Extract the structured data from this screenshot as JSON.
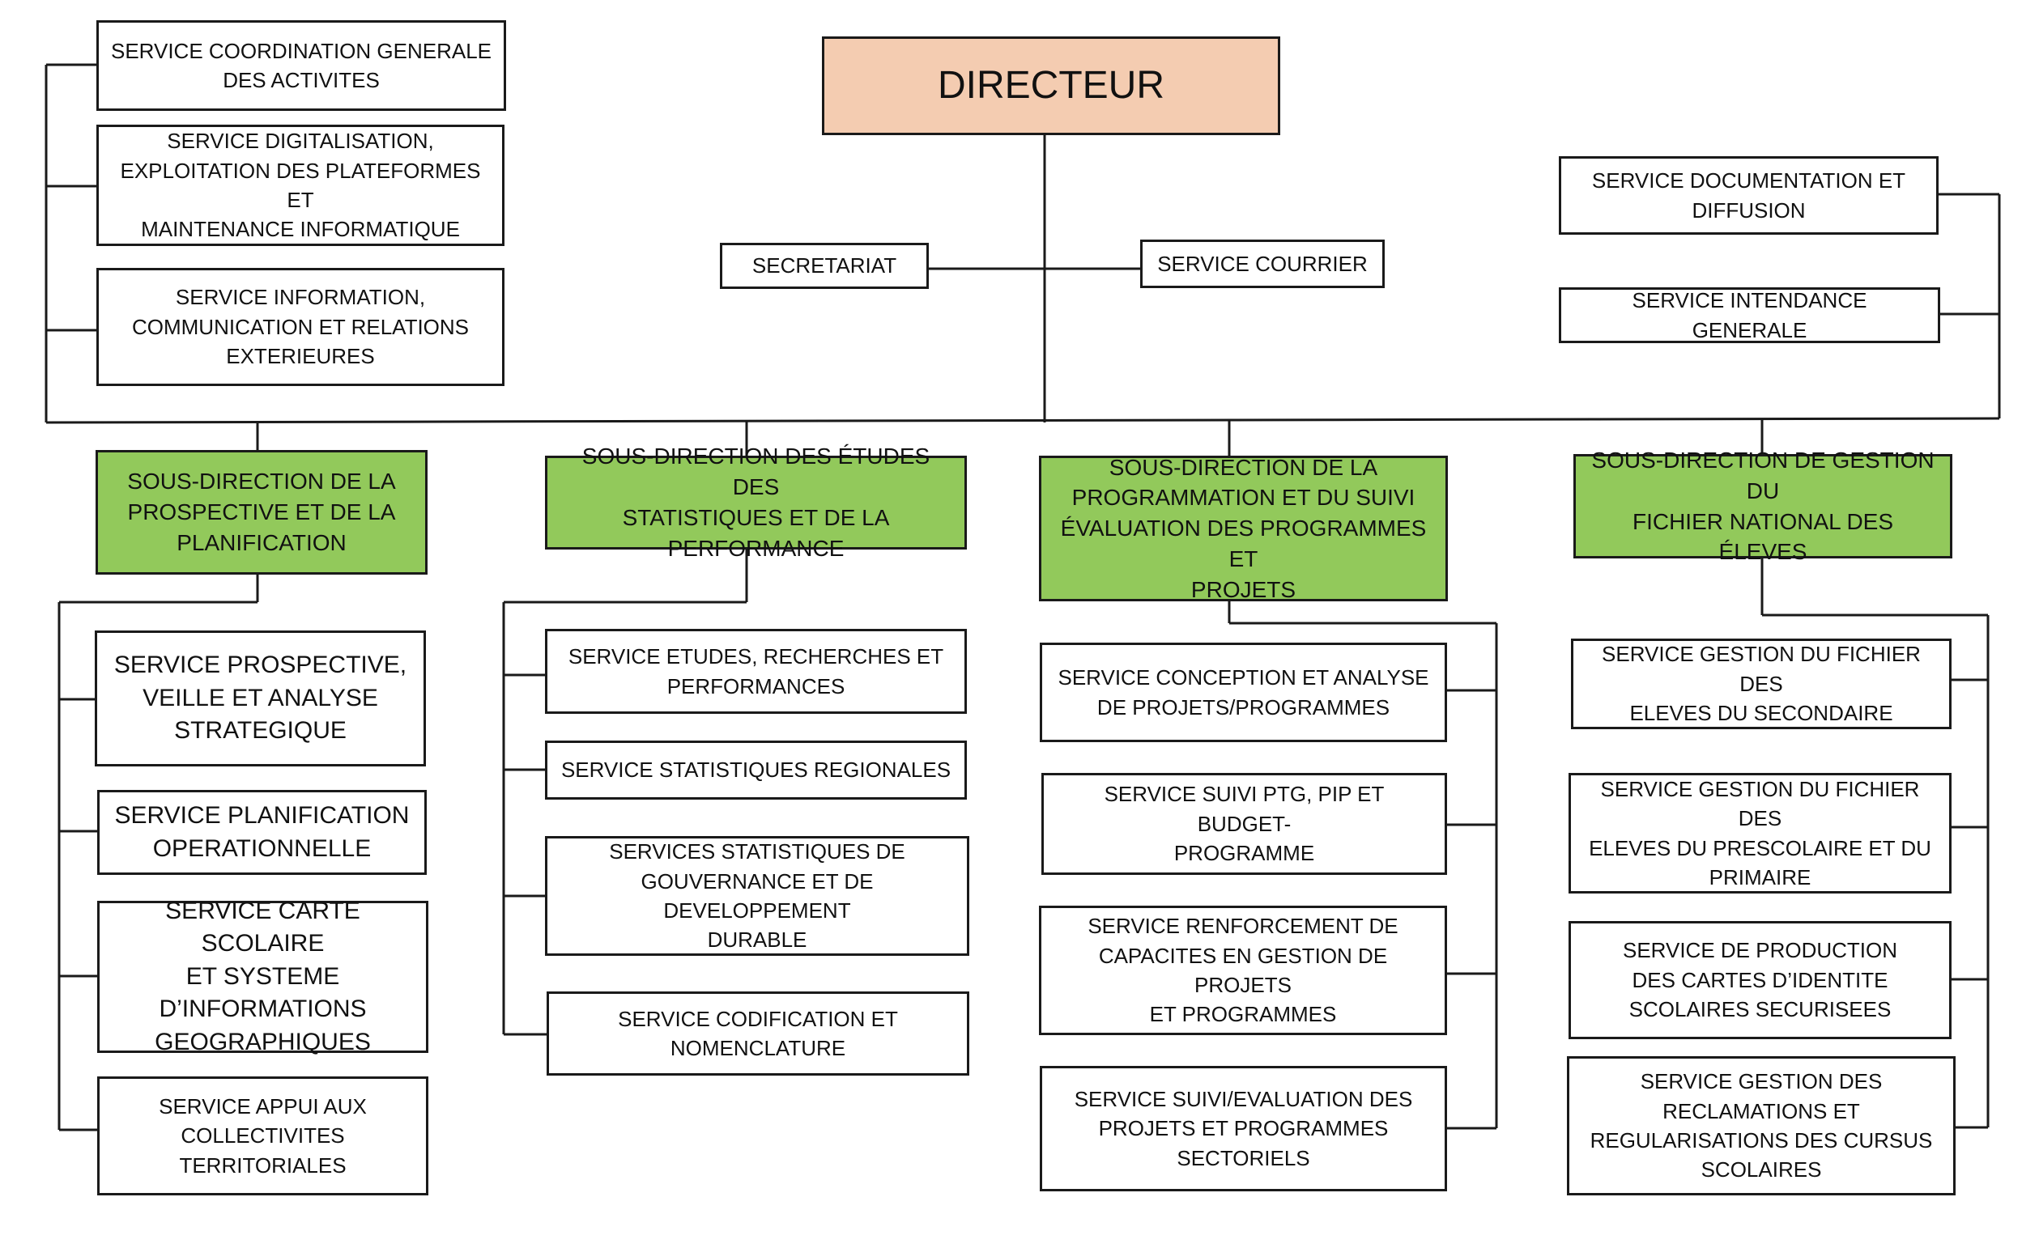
{
  "colors": {
    "director_fill": "#f4ccb1",
    "subdirection_fill": "#92c95b",
    "line": "#1a1a1a"
  },
  "director": "DIRECTEUR",
  "secretariat": "SECRETARIAT",
  "courrier": "SERVICE COURRIER",
  "left_services": [
    "SERVICE COORDINATION GENERALE\nDES ACTIVITES",
    "SERVICE DIGITALISATION,\nEXPLOITATION DES PLATEFORMES ET\nMAINTENANCE INFORMATIQUE",
    "SERVICE INFORMATION,\nCOMMUNICATION ET RELATIONS\nEXTERIEURES"
  ],
  "right_services": [
    "SERVICE DOCUMENTATION ET\nDIFFUSION",
    "SERVICE INTENDANCE GENERALE"
  ],
  "subdirections": [
    {
      "title": "SOUS-DIRECTION DE LA\nPROSPECTIVE ET DE LA\nPLANIFICATION",
      "services": [
        "SERVICE PROSPECTIVE,\nVEILLE ET ANALYSE\nSTRATEGIQUE",
        "SERVICE PLANIFICATION\nOPERATIONNELLE",
        "SERVICE CARTE SCOLAIRE\nET SYSTEME\nD’INFORMATIONS\nGEOGRAPHIQUES",
        "SERVICE APPUI AUX\nCOLLECTIVITES\nTERRITORIALES"
      ]
    },
    {
      "title": "SOUS-DIRECTION DES ÉTUDES DES\nSTATISTIQUES ET DE LA PERFORMANCE",
      "services": [
        "SERVICE ETUDES, RECHERCHES ET\nPERFORMANCES",
        "SERVICE STATISTIQUES REGIONALES",
        "SERVICES STATISTIQUES DE\nGOUVERNANCE ET DE DEVELOPPEMENT\nDURABLE",
        "SERVICE CODIFICATION ET\nNOMENCLATURE"
      ]
    },
    {
      "title": "SOUS-DIRECTION DE LA\nPROGRAMMATION ET DU SUIVI\nÉVALUATION DES PROGRAMMES ET\nPROJETS",
      "services": [
        "SERVICE CONCEPTION ET ANALYSE\nDE PROJETS/PROGRAMMES",
        "SERVICE SUIVI PTG, PIP ET BUDGET-\nPROGRAMME",
        "SERVICE RENFORCEMENT DE\nCAPACITES EN GESTION DE PROJETS\nET PROGRAMMES",
        "SERVICE SUIVI/EVALUATION DES\nPROJETS ET PROGRAMMES\nSECTORIELS"
      ]
    },
    {
      "title": "SOUS-DIRECTION DE GESTION DU\nFICHIER NATIONAL DES ÉLEVES",
      "services": [
        "SERVICE GESTION DU FICHIER DES\nELEVES DU SECONDAIRE",
        "SERVICE GESTION DU FICHIER DES\nELEVES DU PRESCOLAIRE ET DU\nPRIMAIRE",
        "SERVICE DE PRODUCTION\nDES CARTES D’IDENTITE\nSCOLAIRES SECURISEES",
        "SERVICE GESTION DES\nRECLAMATIONS ET\nREGULARISATIONS DES CURSUS\nSCOLAIRES"
      ]
    }
  ]
}
